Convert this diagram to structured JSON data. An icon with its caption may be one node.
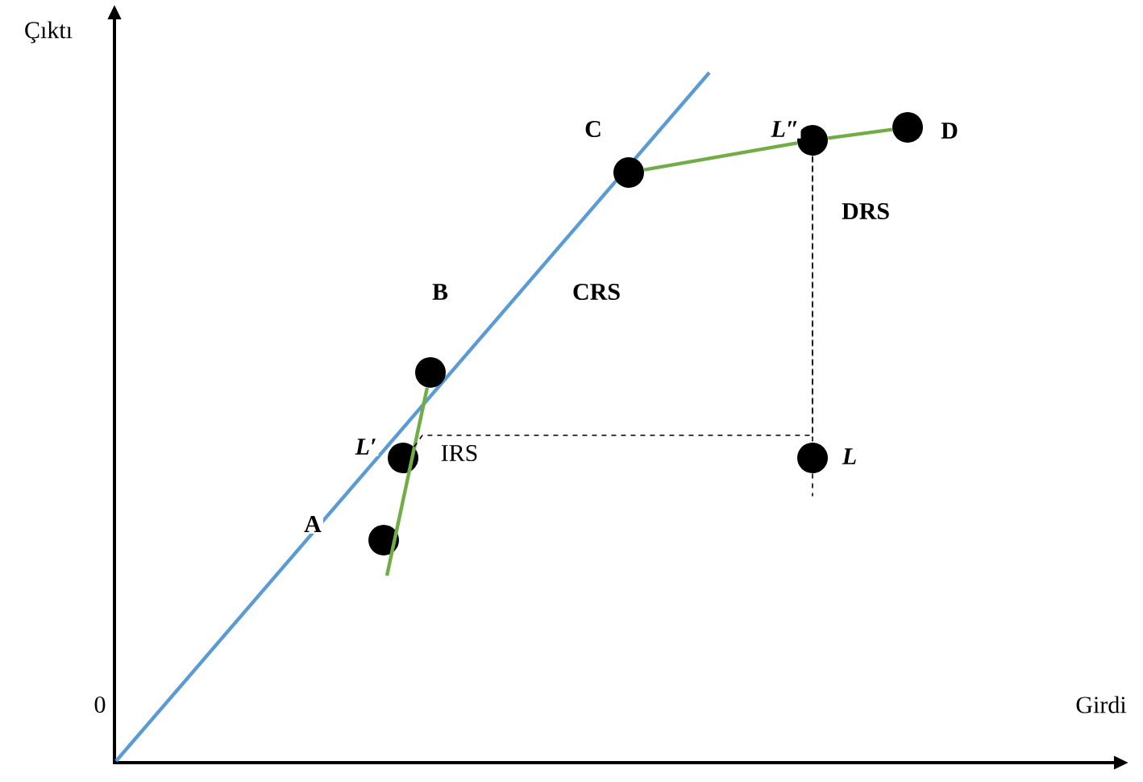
{
  "diagram": {
    "nodes": [
      {
        "text": [],
        "shape": "circle",
        "beside": [
          "A"
        ]
      },
      {
        "text": [],
        "shape": "circle",
        "beside": [
          "L′"
        ]
      },
      {
        "text": [],
        "shape": "circle",
        "beside": [
          "B"
        ]
      },
      {
        "text": [],
        "shape": "circle",
        "beside": [
          "C"
        ]
      },
      {
        "text": [],
        "shape": "circle",
        "beside": [
          "L″"
        ]
      },
      {
        "text": [],
        "shape": "circle",
        "beside": [
          "D"
        ]
      },
      {
        "text": [],
        "shape": "circle",
        "beside": [
          "L"
        ]
      }
    ],
    "edges": [
      {
        "from": null,
        "to": 2,
        "arrow": "none"
      },
      {
        "from": 3,
        "to": 4,
        "arrow": "none"
      },
      {
        "from": 4,
        "to": 5,
        "arrow": "none"
      },
      {
        "from": 1,
        "to": 4,
        "arrow": "none",
        "style": "dashed",
        "color": "#000000"
      },
      {
        "from": 4,
        "to": 6,
        "arrow": "none",
        "style": "dashed",
        "color": "#000000"
      }
    ],
    "labels": [
      "Çıktı",
      "DRS",
      "CRS",
      "IRS",
      "0",
      "Girdi"
    ]
  }
}
